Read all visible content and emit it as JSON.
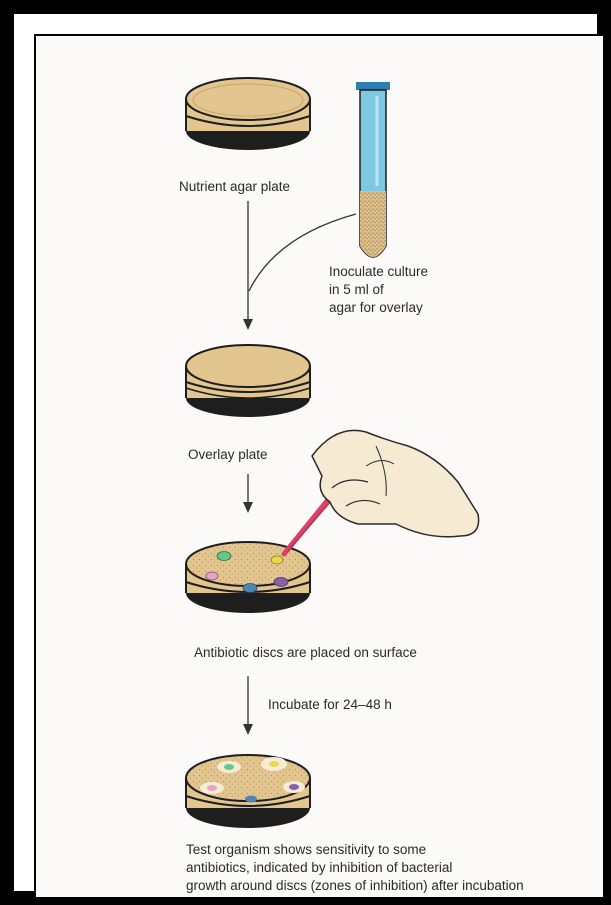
{
  "steps": {
    "nutrient_plate": "Nutrient agar plate",
    "inoculate": [
      "Inoculate culture",
      "in 5 ml of",
      "agar for overlay"
    ],
    "overlay_plate": "Overlay plate",
    "discs_placed": "Antibiotic discs are placed on surface",
    "incubate": "Incubate for 24–48 h",
    "result": [
      "Test organism shows sensitivity to some",
      "antibiotics, indicated by inhibition of bacterial",
      "growth around discs (zones of inhibition) after incubation"
    ]
  },
  "colors": {
    "agar": "#e3c58f",
    "agar_dark": "#c9a468",
    "rim": "#1e1e1e",
    "tube_blue": "#7ec8e3",
    "disc_green": "#5fc88a",
    "disc_pink": "#e8a3c8",
    "disc_blue": "#4f86b8",
    "disc_purple": "#8a5fa8",
    "disc_yellow": "#e8d94a",
    "pen": "#d9436a",
    "skin": "#f6ebd2"
  }
}
